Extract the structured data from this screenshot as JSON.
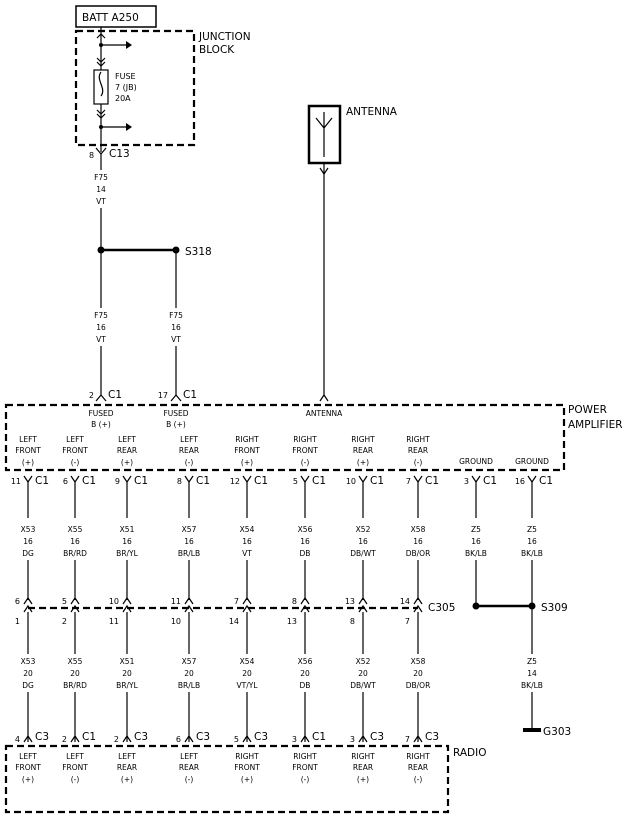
{
  "top": {
    "batt_label": "BATT A250",
    "junction_block_line1": "JUNCTION",
    "junction_block_line2": "BLOCK",
    "fuse_line1": "FUSE",
    "fuse_line2": "7 (JB)",
    "fuse_line3": "20A",
    "c13_pin": "8",
    "c13_label": "C13",
    "antenna_label": "ANTENNA",
    "splice_s318": "S318",
    "wire_f75_top": {
      "circuit": "F75",
      "gauge": "14",
      "color": "VT"
    },
    "wire_f75_left": {
      "circuit": "F75",
      "gauge": "16",
      "color": "VT"
    },
    "wire_f75_right": {
      "circuit": "F75",
      "gauge": "16",
      "color": "VT"
    }
  },
  "amplifier": {
    "title_line1": "POWER",
    "title_line2": "AMPLIFIER",
    "inputs": [
      {
        "pin": "2",
        "conn": "C1",
        "line1": "FUSED",
        "line2": "B (+)"
      },
      {
        "pin": "17",
        "conn": "C1",
        "line1": "FUSED",
        "line2": "B (+)"
      },
      {
        "pin": "",
        "conn": "",
        "line1": "ANTENNA",
        "line2": ""
      }
    ],
    "outputs": [
      {
        "l1": "LEFT",
        "l2": "FRONT",
        "l3": "(+)",
        "pin": "11",
        "conn": "C1"
      },
      {
        "l1": "LEFT",
        "l2": "FRONT",
        "l3": "(-)",
        "pin": "6",
        "conn": "C1"
      },
      {
        "l1": "LEFT",
        "l2": "REAR",
        "l3": "(+)",
        "pin": "9",
        "conn": "C1"
      },
      {
        "l1": "LEFT",
        "l2": "REAR",
        "l3": "(-)",
        "pin": "8",
        "conn": "C1"
      },
      {
        "l1": "RIGHT",
        "l2": "FRONT",
        "l3": "(+)",
        "pin": "12",
        "conn": "C1"
      },
      {
        "l1": "RIGHT",
        "l2": "FRONT",
        "l3": "(-)",
        "pin": "5",
        "conn": "C1"
      },
      {
        "l1": "RIGHT",
        "l2": "REAR",
        "l3": "(+)",
        "pin": "10",
        "conn": "C1"
      },
      {
        "l1": "RIGHT",
        "l2": "REAR",
        "l3": "(-)",
        "pin": "7",
        "conn": "C1"
      },
      {
        "l1": "GROUND",
        "l2": "",
        "l3": "",
        "pin": "3",
        "conn": "C1"
      },
      {
        "l1": "GROUND",
        "l2": "",
        "l3": "",
        "pin": "16",
        "conn": "C1"
      }
    ]
  },
  "upper_wires": [
    {
      "circuit": "X53",
      "gauge": "16",
      "color": "DG"
    },
    {
      "circuit": "X55",
      "gauge": "16",
      "color": "BR/RD"
    },
    {
      "circuit": "X51",
      "gauge": "16",
      "color": "BR/YL"
    },
    {
      "circuit": "X57",
      "gauge": "16",
      "color": "BR/LB"
    },
    {
      "circuit": "X54",
      "gauge": "16",
      "color": "VT"
    },
    {
      "circuit": "X56",
      "gauge": "16",
      "color": "DB"
    },
    {
      "circuit": "X52",
      "gauge": "16",
      "color": "DB/WT"
    },
    {
      "circuit": "X58",
      "gauge": "16",
      "color": "DB/OR"
    },
    {
      "circuit": "Z5",
      "gauge": "16",
      "color": "BK/LB"
    },
    {
      "circuit": "Z5",
      "gauge": "16",
      "color": "BK/LB"
    }
  ],
  "c305": {
    "label": "C305",
    "top_pins": [
      "6",
      "5",
      "10",
      "11",
      "7",
      "8",
      "13",
      "14"
    ],
    "bottom_pins": [
      "1",
      "2",
      "11",
      "10",
      "14",
      "13",
      "8",
      "7"
    ]
  },
  "splice_s309": "S309",
  "lower_wires": [
    {
      "circuit": "X53",
      "gauge": "20",
      "color": "DG"
    },
    {
      "circuit": "X55",
      "gauge": "20",
      "color": "BR/RD"
    },
    {
      "circuit": "X51",
      "gauge": "20",
      "color": "BR/YL"
    },
    {
      "circuit": "X57",
      "gauge": "20",
      "color": "BR/LB"
    },
    {
      "circuit": "X54",
      "gauge": "20",
      "color": "VT/YL"
    },
    {
      "circuit": "X56",
      "gauge": "20",
      "color": "DB"
    },
    {
      "circuit": "X52",
      "gauge": "20",
      "color": "DB/WT"
    },
    {
      "circuit": "X58",
      "gauge": "20",
      "color": "DB/OR"
    }
  ],
  "ground_wire": {
    "circuit": "Z5",
    "gauge": "14",
    "color": "BK/LB"
  },
  "ground_g303": "G303",
  "radio": {
    "title": "RADIO",
    "inputs": [
      {
        "pin": "4",
        "conn": "C3",
        "l1": "LEFT",
        "l2": "FRONT",
        "l3": "(+)"
      },
      {
        "pin": "2",
        "conn": "C1",
        "l1": "LEFT",
        "l2": "FRONT",
        "l3": "(-)"
      },
      {
        "pin": "2",
        "conn": "C3",
        "l1": "LEFT",
        "l2": "REAR",
        "l3": "(+)"
      },
      {
        "pin": "6",
        "conn": "C3",
        "l1": "LEFT",
        "l2": "REAR",
        "l3": "(-)"
      },
      {
        "pin": "5",
        "conn": "C3",
        "l1": "RIGHT",
        "l2": "FRONT",
        "l3": "(+)"
      },
      {
        "pin": "3",
        "conn": "C1",
        "l1": "RIGHT",
        "l2": "FRONT",
        "l3": "(-)"
      },
      {
        "pin": "3",
        "conn": "C3",
        "l1": "RIGHT",
        "l2": "REAR",
        "l3": "(+)"
      },
      {
        "pin": "7",
        "conn": "C3",
        "l1": "RIGHT",
        "l2": "REAR",
        "l3": "(-)"
      }
    ]
  }
}
